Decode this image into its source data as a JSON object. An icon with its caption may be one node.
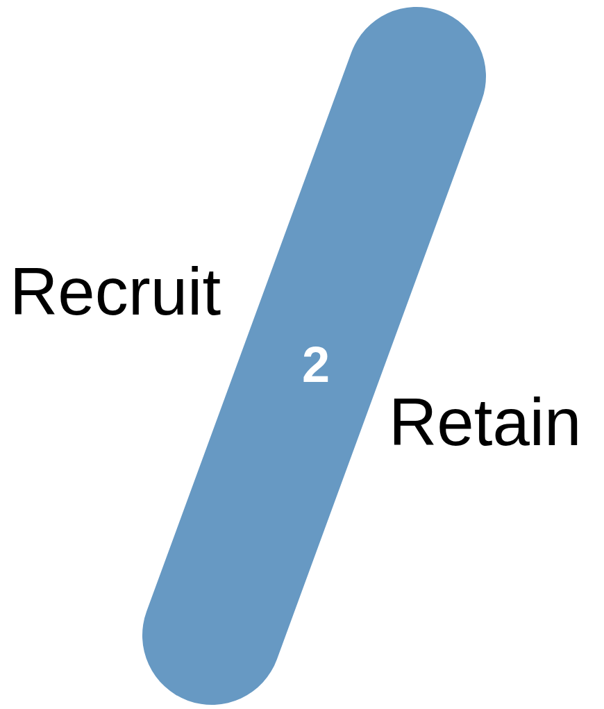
{
  "diagram": {
    "nodes": [
      {
        "text": [
          "2"
        ]
      }
    ],
    "labels": [
      "Recruit",
      "Retain"
    ]
  }
}
